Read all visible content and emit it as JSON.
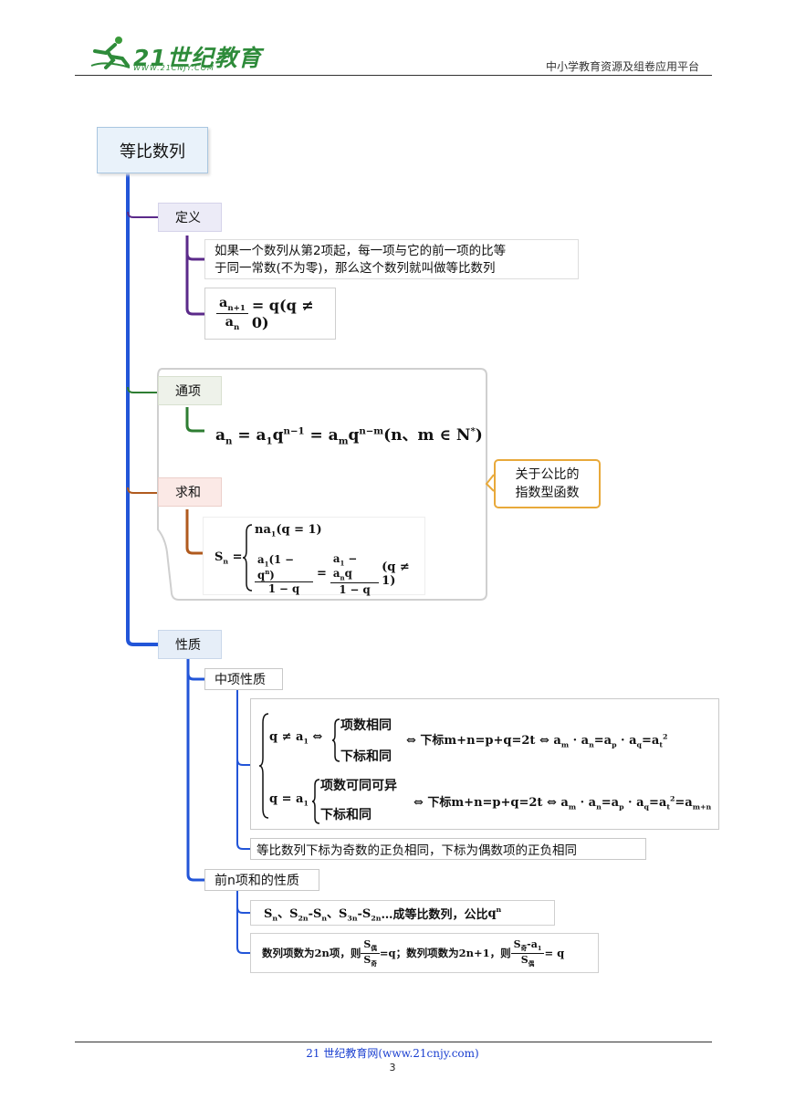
{
  "header": {
    "logo_text": "21世纪教育",
    "logo_url": "WWW.21CNJY.COM",
    "right_text": "中小学教育资源及组卷应用平台"
  },
  "mindmap": {
    "root": "等比数列",
    "definition": {
      "label": "定义",
      "text_line1": "如果一个数列从第2项起，每一项与它的前一项的比等",
      "text_line2": "于同一常数(不为零)，那么这个数列就叫做等比数列"
    },
    "general_term": {
      "label": "通项"
    },
    "sum": {
      "label": "求和"
    },
    "callout": {
      "line1": "关于公比的",
      "line2": "指数型函数"
    },
    "properties": {
      "label": "性质",
      "middle": {
        "label": "中项性质",
        "case1_brace1": "项数相同",
        "case1_brace2": "下标和同",
        "case1_mid": "下标m+n=p+q=2t",
        "case2_brace1": "项数可同可异",
        "case2_brace2": "下标和同",
        "case2_mid": "下标m+n=p+q=2t",
        "note": "等比数列下标为奇数的正负相同，下标为偶数项的正负相同"
      },
      "partial": {
        "label": "前n项和的性质",
        "item1_suffix": "…成等比数列，公比",
        "item2_a": "数列项数为2n项，则",
        "item2_b": "；数列项数为2n+1，则",
        "sub_odd": "奇",
        "sub_even": "偶"
      }
    }
  },
  "footer": {
    "link": "21 世纪教育网(www.21cnjy.com)",
    "page": "3"
  },
  "colors": {
    "trunk": "#2255d8",
    "definition_branch": "#5b2a8a",
    "general_branch": "#2e7d32",
    "sum_branch": "#b05a1e",
    "callout_border": "#e8a93a",
    "root_fill": "#e9f2fa"
  }
}
